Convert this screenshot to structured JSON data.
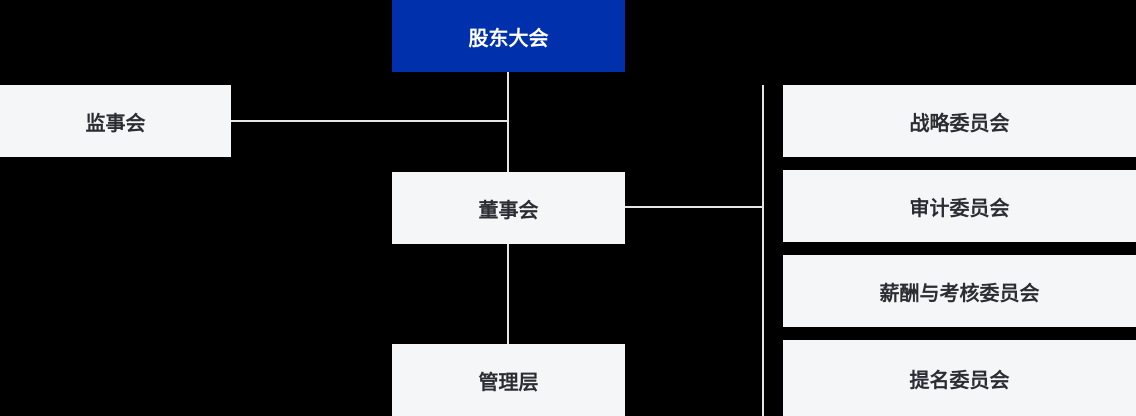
{
  "org_chart": {
    "nodes": {
      "shareholders_meeting": {
        "label": "股东大会"
      },
      "supervisory_board": {
        "label": "监事会"
      },
      "board_of_directors": {
        "label": "董事会"
      },
      "management": {
        "label": "管理层"
      }
    },
    "committees": [
      {
        "label": "战略委员会"
      },
      {
        "label": "审计委员会"
      },
      {
        "label": "薪酬与考核委员会"
      },
      {
        "label": "提名委员会"
      }
    ],
    "colors": {
      "primary_node_bg": "#0130ac",
      "primary_node_text": "#ffffff",
      "node_bg": "#f5f6f8",
      "node_text": "#2b2d33",
      "connector": "#e5e5e5",
      "background": "#000000"
    }
  }
}
